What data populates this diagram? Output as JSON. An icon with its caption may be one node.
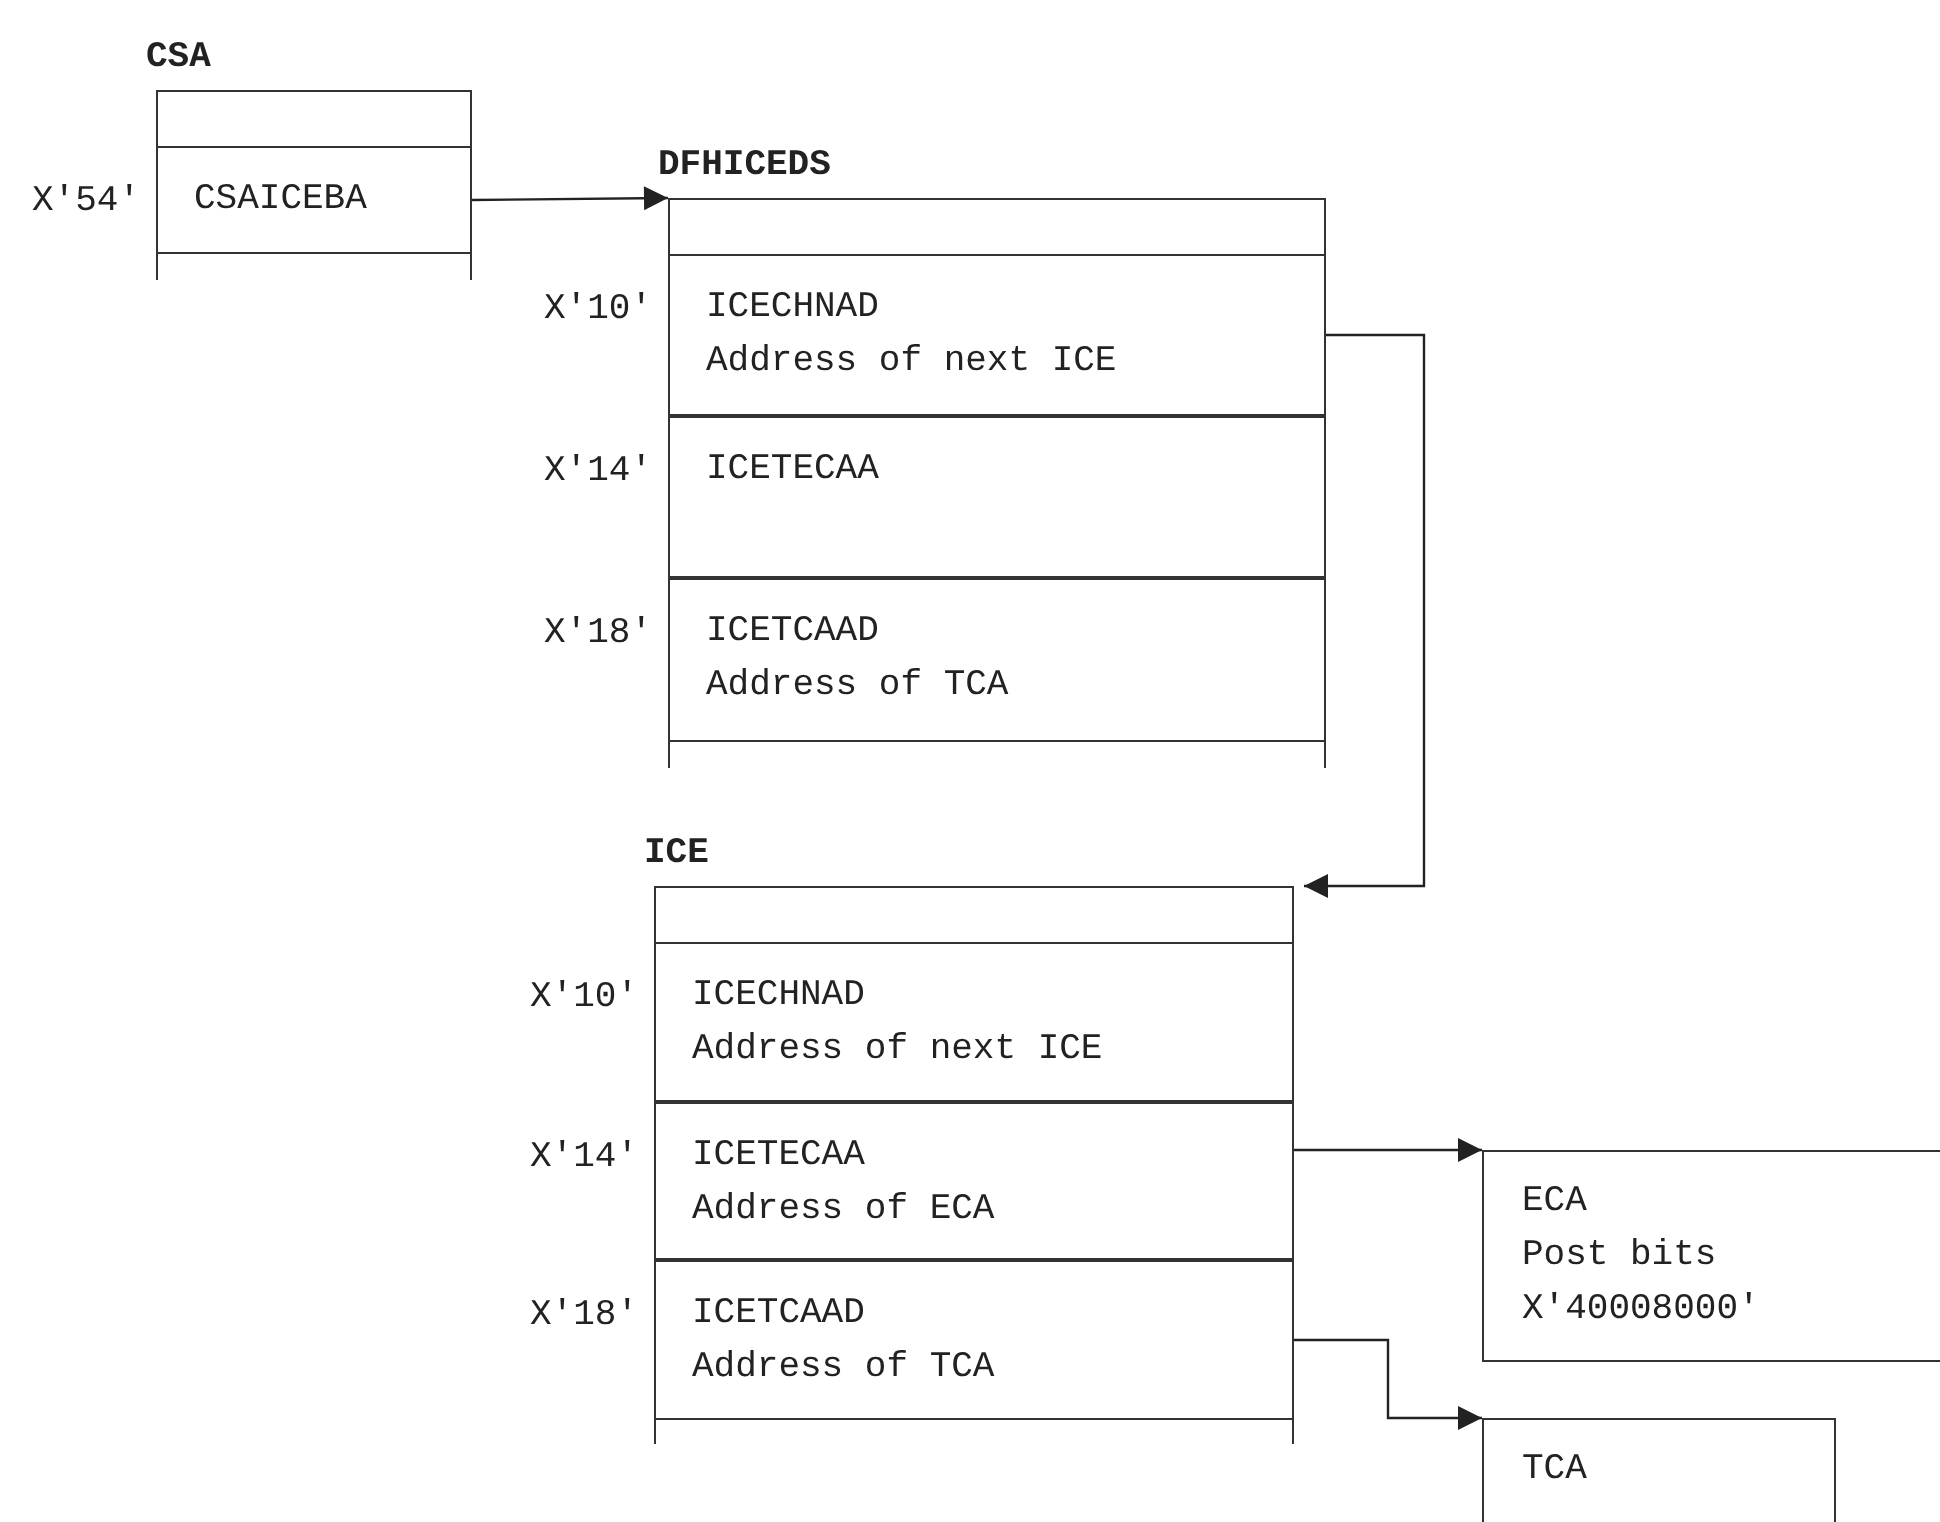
{
  "diagram": {
    "nodes": [
      {
        "text": [
          "CSA"
        ]
      },
      {
        "text": [
          "CSAICEBA"
        ],
        "in": 0,
        "beside": [
          "X'54'"
        ]
      },
      {
        "text": [
          "DFHICEDS"
        ]
      },
      {
        "text": [
          "ICECHNAD",
          "Address of next ICE"
        ],
        "in": 2,
        "beside": [
          "X'10'"
        ]
      },
      {
        "text": [
          "ICETECAA"
        ],
        "in": 2,
        "beside": [
          "X'14'"
        ]
      },
      {
        "text": [
          "ICETCAAD",
          "Address of TCA"
        ],
        "in": 2,
        "beside": [
          "X'18'"
        ]
      },
      {
        "text": [
          "ICE"
        ]
      },
      {
        "text": [
          "ICECHNAD",
          "Address of next ICE"
        ],
        "in": 6,
        "beside": [
          "X'10'"
        ]
      },
      {
        "text": [
          "ICETECAA",
          "Address of ECA"
        ],
        "in": 6,
        "beside": [
          "X'14'"
        ]
      },
      {
        "text": [
          "ICETCAAD",
          "Address of TCA"
        ],
        "in": 6,
        "beside": [
          "X'18'"
        ]
      },
      {
        "text": [
          "ECA",
          "Post bits",
          "X'40008000'"
        ]
      },
      {
        "text": [
          "TCA"
        ]
      }
    ],
    "edges": [
      {
        "from": 1,
        "to": 2,
        "arrow": "to"
      },
      {
        "from": 3,
        "to": 6,
        "arrow": "to"
      },
      {
        "from": 8,
        "to": 10,
        "arrow": "to"
      },
      {
        "from": 9,
        "to": 11,
        "arrow": "to"
      }
    ]
  }
}
